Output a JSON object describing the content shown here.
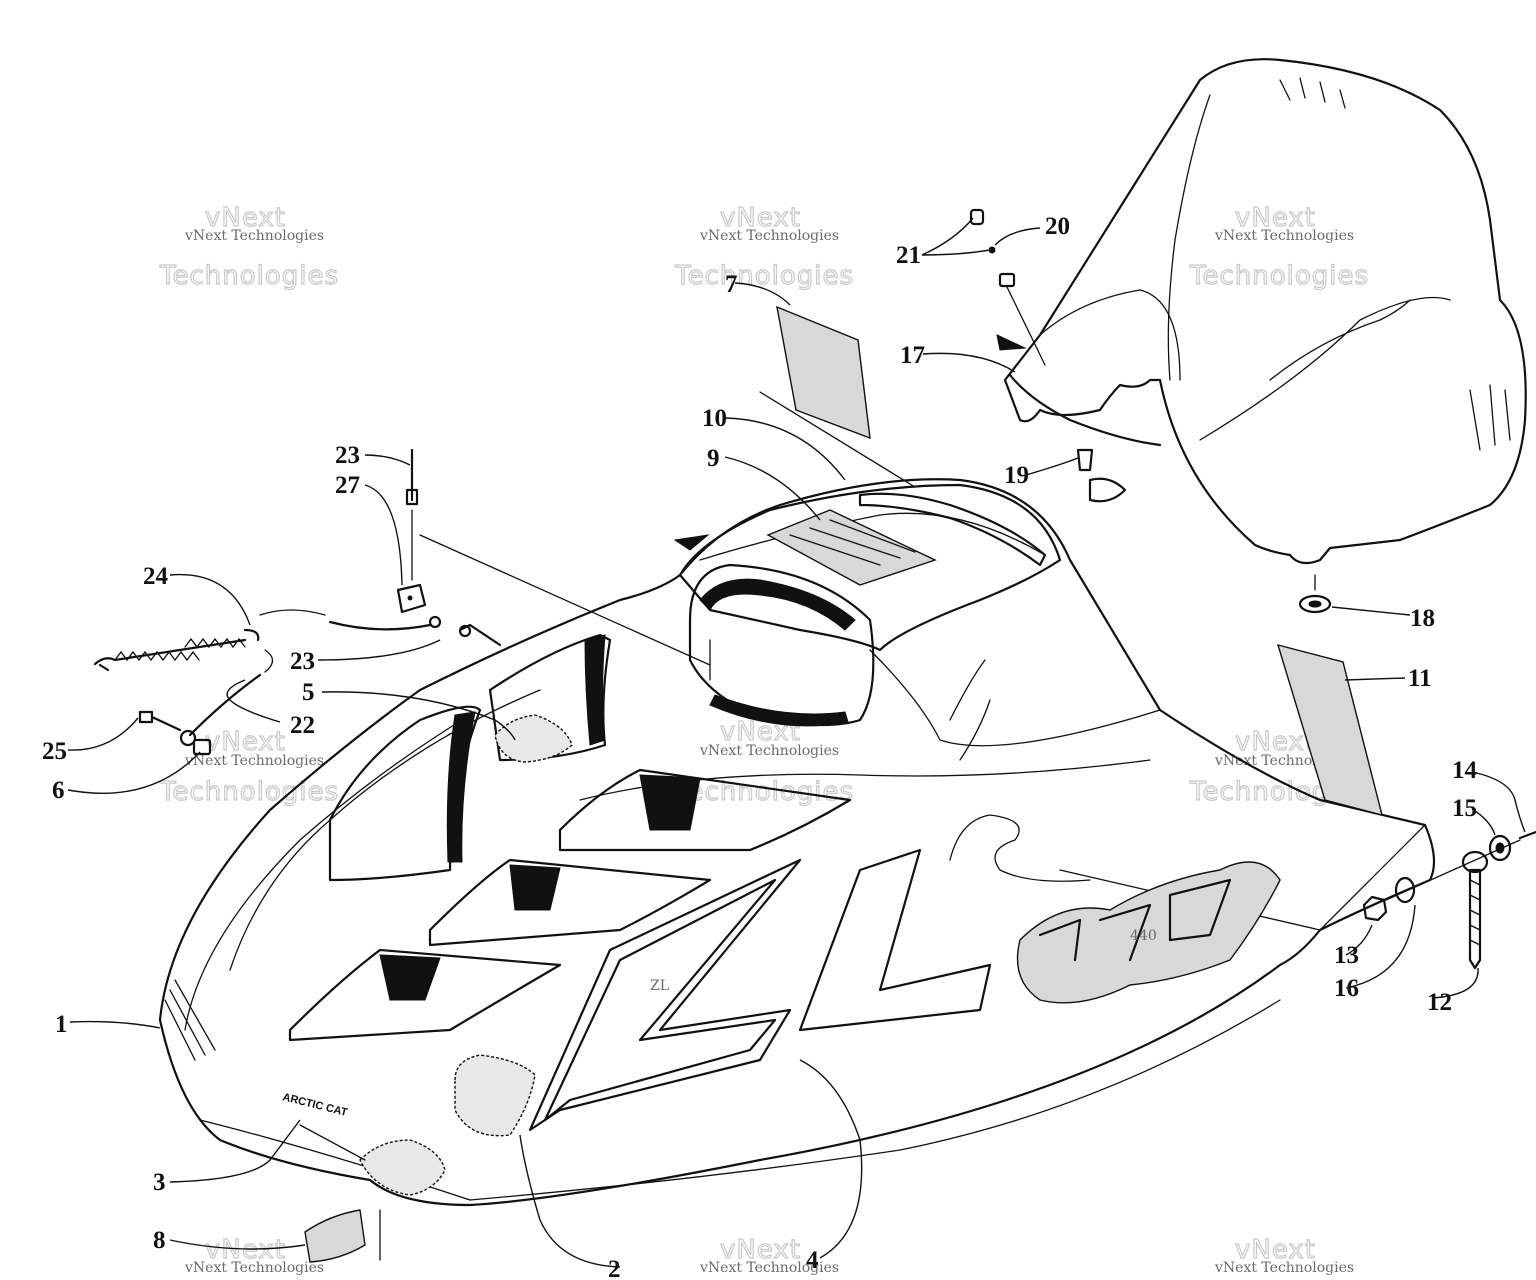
{
  "watermark": {
    "small": "vNext Technologies",
    "big_line1": "vNext",
    "big_line2": "Technologies"
  },
  "decal_text": {
    "zl": "ZL",
    "model": "440",
    "brand": "ARCTIC CAT"
  },
  "callouts": [
    {
      "id": "c1",
      "num": "1"
    },
    {
      "id": "c2",
      "num": "2"
    },
    {
      "id": "c3",
      "num": "3"
    },
    {
      "id": "c4",
      "num": "4"
    },
    {
      "id": "c5",
      "num": "5"
    },
    {
      "id": "c6",
      "num": "6"
    },
    {
      "id": "c7",
      "num": "7"
    },
    {
      "id": "c8",
      "num": "8"
    },
    {
      "id": "c9",
      "num": "9"
    },
    {
      "id": "c10",
      "num": "10"
    },
    {
      "id": "c11",
      "num": "11"
    },
    {
      "id": "c12",
      "num": "12"
    },
    {
      "id": "c13",
      "num": "13"
    },
    {
      "id": "c14",
      "num": "14"
    },
    {
      "id": "c15",
      "num": "15"
    },
    {
      "id": "c16",
      "num": "16"
    },
    {
      "id": "c17",
      "num": "17"
    },
    {
      "id": "c18",
      "num": "18"
    },
    {
      "id": "c19",
      "num": "19"
    },
    {
      "id": "c20",
      "num": "20"
    },
    {
      "id": "c21",
      "num": "21"
    },
    {
      "id": "c22",
      "num": "22"
    },
    {
      "id": "c23a",
      "num": "23"
    },
    {
      "id": "c23b",
      "num": "23"
    },
    {
      "id": "c24",
      "num": "24"
    },
    {
      "id": "c25",
      "num": "25"
    },
    {
      "id": "c27",
      "num": "27"
    }
  ]
}
